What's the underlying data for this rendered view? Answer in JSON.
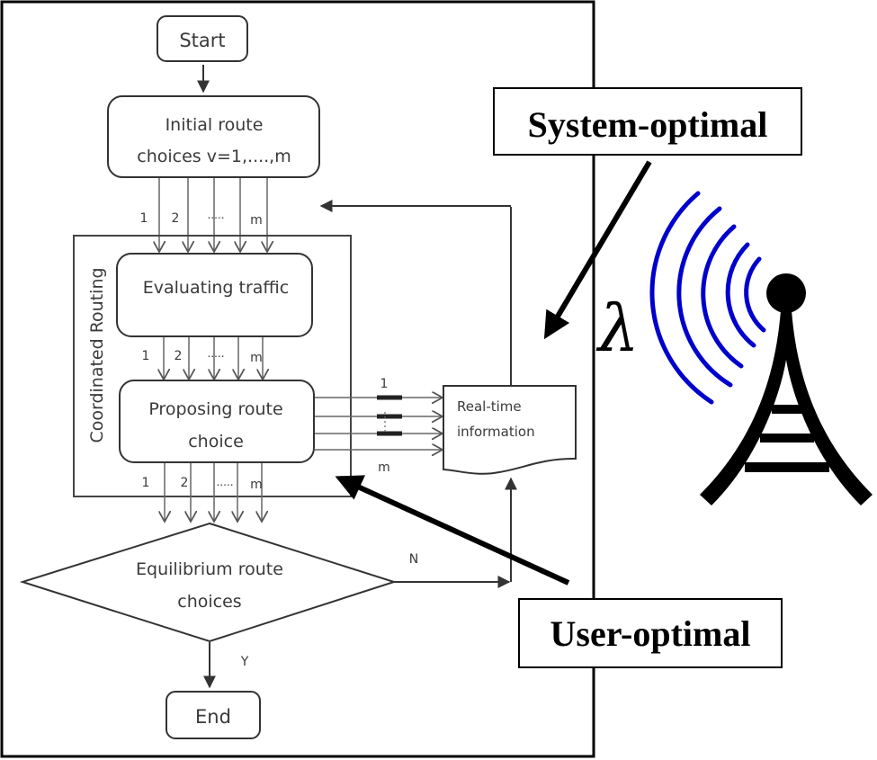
{
  "flowchart": {
    "start": "Start",
    "initial": [
      "Initial route",
      "choices v=1,....,m"
    ],
    "group_label": "Coordinated Routing",
    "evaluating": "Evaluating traffic",
    "proposing": [
      "Proposing route",
      "choice"
    ],
    "realtime": [
      "Real-time",
      "information"
    ],
    "decision": [
      "Equilibrium route",
      "choices"
    ],
    "end": "End",
    "route_labels": {
      "first": "1",
      "second": "2",
      "dots": ".....",
      "last": "m"
    },
    "branch_no": "N",
    "branch_yes": "Y"
  },
  "annotations": {
    "system_optimal": "System-optimal",
    "user_optimal": "User-optimal",
    "lambda": "λ"
  },
  "colors": {
    "flow_stroke": "#444444",
    "signal_waves": "#0000cc",
    "tower": "#000000"
  }
}
